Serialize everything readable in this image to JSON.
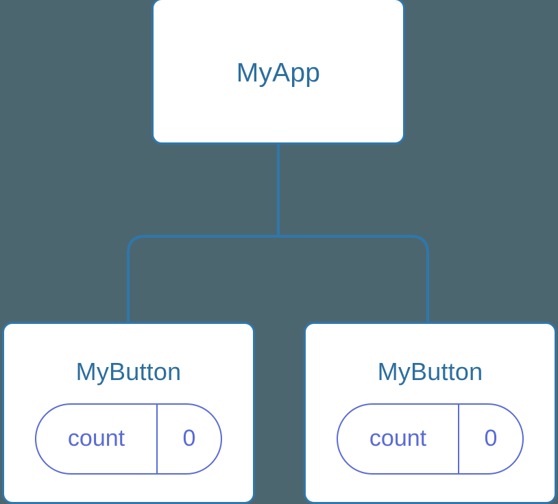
{
  "diagram": {
    "type": "component-tree",
    "title_text_color": "#2c6e9e",
    "background_color": "#4c6670",
    "box_border_color": "#2f77ab",
    "edge_color": "#2f77ab",
    "state_color": "#5a6ad6",
    "root": {
      "label": "MyApp"
    },
    "children": [
      {
        "label": "MyButton",
        "state": {
          "key": "count",
          "value": "0"
        }
      },
      {
        "label": "MyButton",
        "state": {
          "key": "count",
          "value": "0"
        }
      }
    ]
  }
}
